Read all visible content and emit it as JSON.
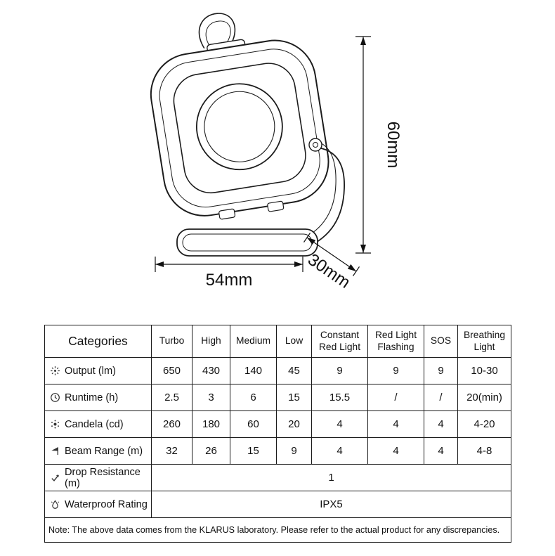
{
  "diagram": {
    "height_label": "60mm",
    "width_label": "54mm",
    "depth_label": "30mm"
  },
  "table": {
    "headers": [
      "Categories",
      "Turbo",
      "High",
      "Medium",
      "Low",
      "Constant\nRed Light",
      "Red Light\nFlashing",
      "SOS",
      "Breathing\nLight"
    ],
    "rows": [
      {
        "label": "Output (lm)",
        "values": [
          "650",
          "430",
          "140",
          "45",
          "9",
          "9",
          "9",
          "10-30"
        ]
      },
      {
        "label": "Runtime (h)",
        "values": [
          "2.5",
          "3",
          "6",
          "15",
          "15.5",
          "/",
          "/",
          "20(min)"
        ]
      },
      {
        "label": "Candela (cd)",
        "values": [
          "260",
          "180",
          "60",
          "20",
          "4",
          "4",
          "4",
          "4-20"
        ]
      },
      {
        "label": "Beam Range (m)",
        "values": [
          "32",
          "26",
          "15",
          "9",
          "4",
          "4",
          "4",
          "4-8"
        ]
      },
      {
        "label": "Drop Resistance (m)",
        "value": "1"
      },
      {
        "label": "Waterproof Rating",
        "value": "IPX5"
      }
    ],
    "note": "Note: The above data comes from the KLARUS laboratory. Please refer to the actual product for any discrepancies."
  }
}
